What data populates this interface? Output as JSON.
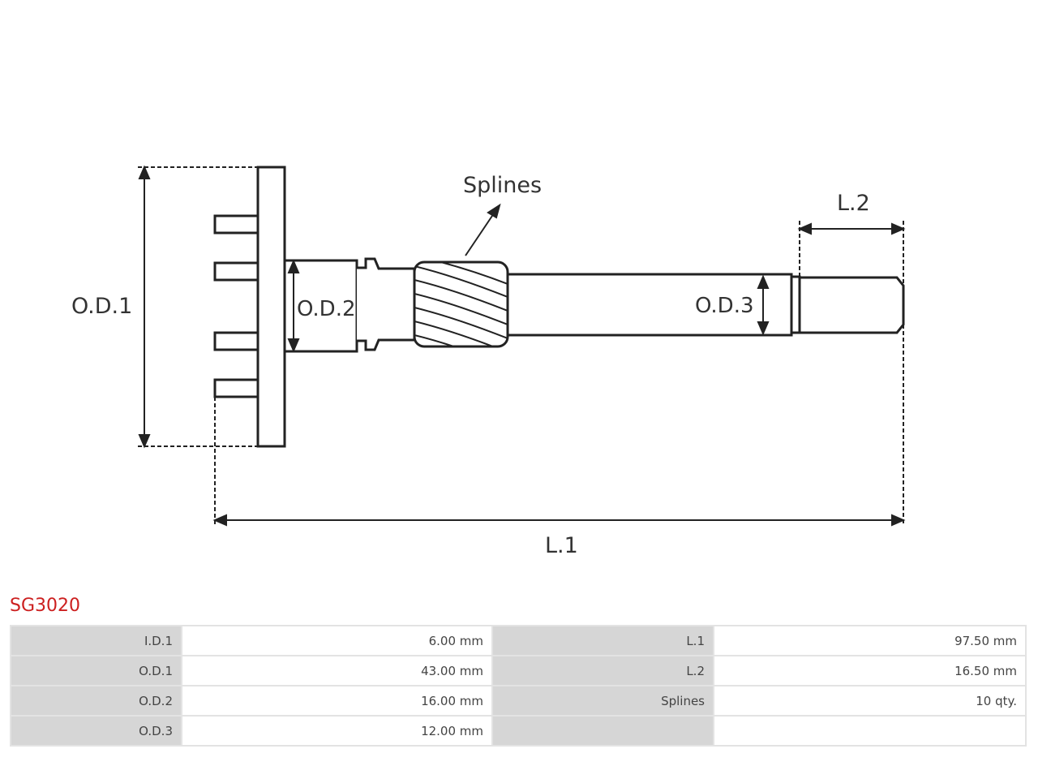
{
  "diagram": {
    "labels": {
      "od1": "O.D.1",
      "od2": "O.D.2",
      "od3": "O.D.3",
      "splines": "Splines",
      "l1": "L.1",
      "l2": "L.2"
    }
  },
  "product": {
    "code": "SG3020"
  },
  "specs": {
    "rows": [
      {
        "label1": "I.D.1",
        "value1": "6.00 mm",
        "label2": "L.1",
        "value2": "97.50 mm"
      },
      {
        "label1": "O.D.1",
        "value1": "43.00 mm",
        "label2": "L.2",
        "value2": "16.50 mm"
      },
      {
        "label1": "O.D.2",
        "value1": "16.00 mm",
        "label2": "Splines",
        "value2": "10 qty."
      },
      {
        "label1": "O.D.3",
        "value1": "12.00 mm",
        "label2": "",
        "value2": ""
      }
    ]
  }
}
